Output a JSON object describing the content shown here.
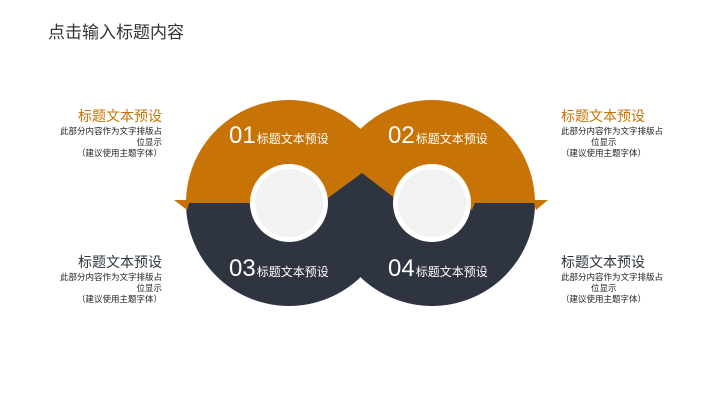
{
  "header": {
    "title": "点击输入标题内容"
  },
  "colors": {
    "orange": "#C87305",
    "dark": "#2E3440",
    "hole": "#F2F2F2"
  },
  "items": [
    {
      "num": "01",
      "label": "标题文本预设"
    },
    {
      "num": "02",
      "label": "标题文本预设"
    },
    {
      "num": "03",
      "label": "标题文本预设"
    },
    {
      "num": "04",
      "label": "标题文本预设"
    }
  ],
  "sides": [
    {
      "title": "标题文本预设",
      "line1": "此部分内容作为文字排版占",
      "line2": "位显示",
      "line3": "（建议使用主题字体）"
    },
    {
      "title": "标题文本预设",
      "line1": "此部分内容作为文字排版占",
      "line2": "位显示",
      "line3": "（建议使用主题字体）"
    },
    {
      "title": "标题文本预设",
      "line1": "此部分内容作为文字排版占",
      "line2": "位显示",
      "line3": "（建议使用主题字体）"
    },
    {
      "title": "标题文本预设",
      "line1": "此部分内容作为文字排版占",
      "line2": "位显示",
      "line3": "（建议使用主题字体）"
    }
  ]
}
